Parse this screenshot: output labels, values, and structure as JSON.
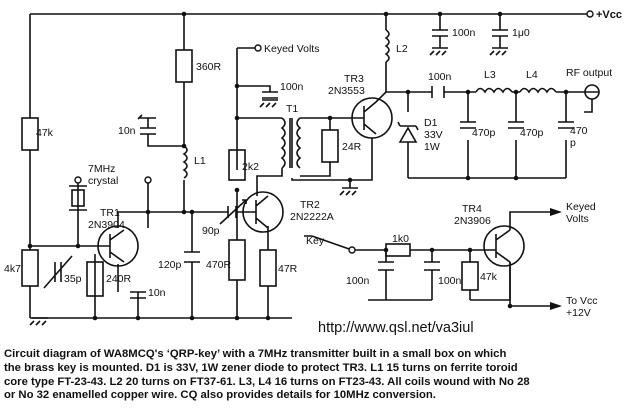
{
  "url": "http://www.qsl.net/va3iul",
  "labels": {
    "vcc": "+Vcc",
    "keyed_volts_top": "Keyed Volts",
    "r360": "360R",
    "l2": "L2",
    "c100n_top": "100n",
    "c1u0": "1μ0",
    "tr3": "TR3",
    "tr3_type": "2N3553",
    "c100n_t1": "100n",
    "t1": "T1",
    "c100n_out": "100n",
    "l3": "L3",
    "l4": "L4",
    "rf_output": "RF output",
    "r47k_left": "47k",
    "c10n_l1": "10n",
    "l1": "L1",
    "d1": "D1",
    "d1_v": "33V",
    "d1_w": "1W",
    "r24": "24R",
    "c470p_1": "470p",
    "c470p_2": "470p",
    "c470p_3a": "470",
    "c470p_3b": "p",
    "xtal_a": "7MHz",
    "xtal_b": "crystal",
    "r2k2": "2k2",
    "tr1": "TR1",
    "tr1_type": "2N3904",
    "tr2": "TR2",
    "tr2_type": "2N2222A",
    "tr4": "TR4",
    "tr4_type": "2N3906",
    "keyed_volts_b1": "Keyed",
    "keyed_volts_b2": "Volts",
    "c90p": "90p",
    "key": "Key",
    "r1k0": "1k0",
    "c120p": "120p",
    "r470": "470R",
    "r47": "47R",
    "r4k7": "4k7",
    "c35p": "35p",
    "r240": "240R",
    "c10n_tr1": "10n",
    "c100n_k1": "100n",
    "c100n_k2": "100n",
    "r47k_tr4": "47k",
    "to_vcc": "To Vcc",
    "plus12": "+12V"
  },
  "caption": [
    "Circuit diagram of WA8MCQ's ‘QRP-key’ with a 7MHz transmitter built in a small box on which",
    "the brass key is mounted. D1 is 33V, 1W zener diode to protect TR3. L1 15 turns on ferrite toroid",
    "core type FT-23-43. L2 20 turns on FT37-61. L3, L4 16 turns on FT23-43. All coils wound with No 28",
    "or No 32 enamelled copper wire. CQ also provides details for 10MHz conversion."
  ]
}
